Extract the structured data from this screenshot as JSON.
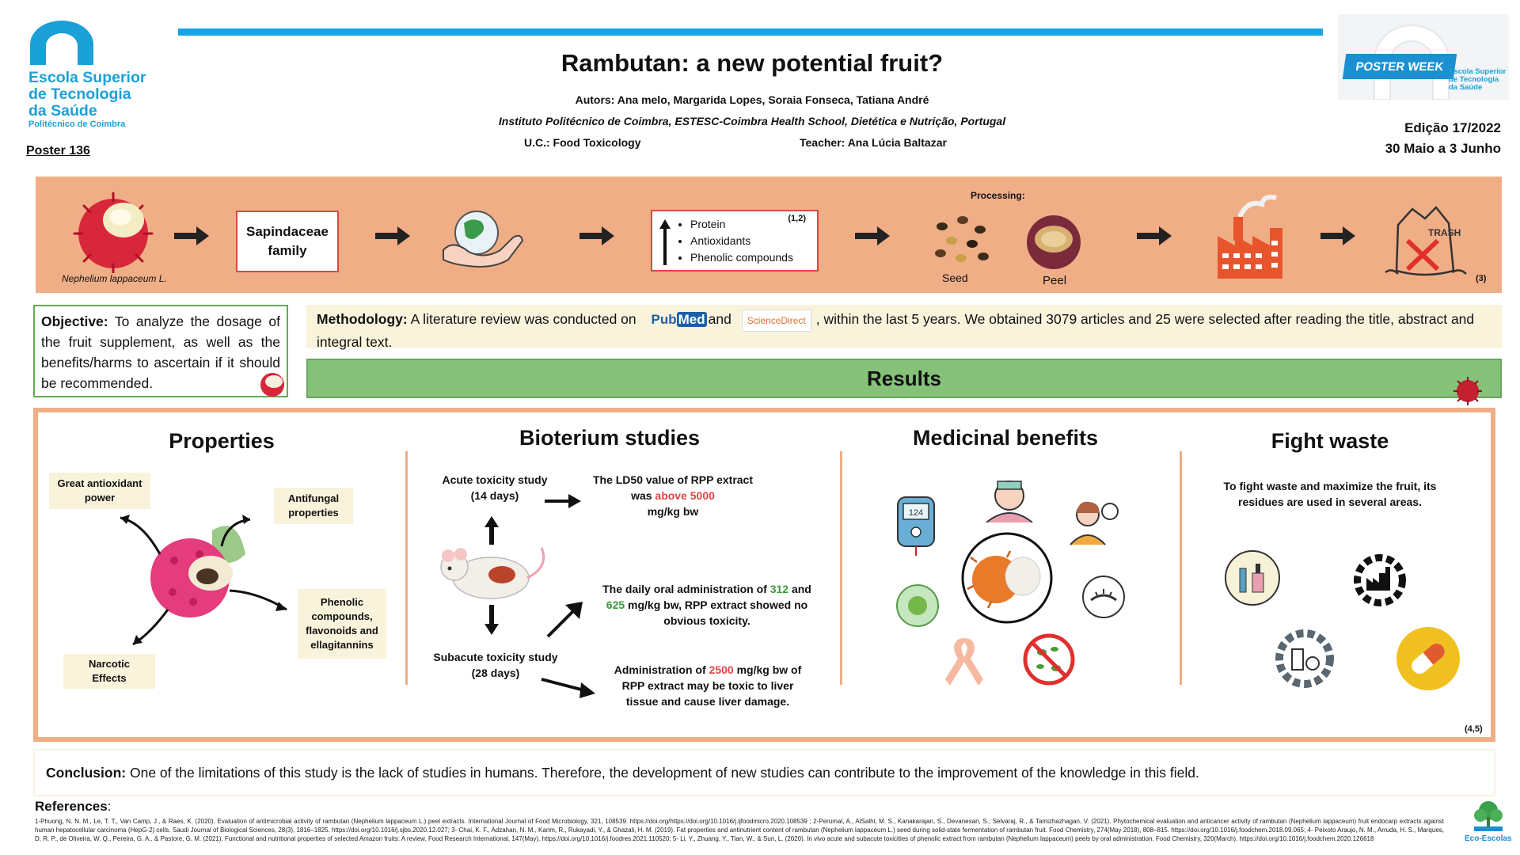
{
  "header": {
    "logo_line1": "Escola Superior",
    "logo_line2": "de Tecnologia",
    "logo_line3": "da Saúde",
    "logo_sub": "Politécnico de Coimbra",
    "poster_number": "Poster 136",
    "title": "Rambutan: a new potential fruit?",
    "authors_label": "Autors:",
    "authors": "Ana melo, Margarida Lopes, Soraia Fonseca, Tatiana André",
    "institution": "Instituto Politécnico de Coimbra, ESTESC-Coimbra Health School, Dietética e Nutrição, Portugal",
    "uc": "U.C.: Food Toxicology",
    "teacher": "Teacher: Ana Lúcia Baltazar",
    "poster_week": "POSTER WEEK",
    "pw_side_1": "Escola Superior",
    "pw_side_2": "de Tecnologia",
    "pw_side_3": "da Saúde",
    "edition": "Edição 17/2022",
    "dates": "30 Maio a 3 Junho"
  },
  "band": {
    "species": "Nephelium lappaceum L.",
    "family_line1": "Sapindaceae",
    "family_line2": "family",
    "compounds": [
      "Protein",
      "Antioxidants",
      "Phenolic compounds"
    ],
    "compounds_ref": "(1,2)",
    "processing_label": "Processing:",
    "seed": "Seed",
    "peel": "Peel",
    "trash_label": "TRASH",
    "ref": "(3)"
  },
  "objective": {
    "label": "Objective:",
    "text": "To analyze the dosage of the fruit supplement, as well as the benefits/harms to ascertain if it should be recommended."
  },
  "methodology": {
    "label": "Methodology:",
    "part1": "A literature review was conducted on",
    "pubmed_a": "Pub",
    "pubmed_b": "Med",
    "and": "and",
    "sciencedirect": "ScienceDirect",
    "part2": ", within the last 5 years. We obtained 3079 articles and 25 were selected after reading the title, abstract and integral text."
  },
  "results_title": "Results",
  "properties": {
    "title": "Properties",
    "antioxidant": "Great antioxidant power",
    "antifungal": "Antifungal properties",
    "phenolic": "Phenolic compounds, flavonoids and ellagitannins",
    "narcotic": "Narcotic Effects"
  },
  "bioterium": {
    "title": "Bioterium studies",
    "acute_line1": "Acute toxicity study",
    "acute_line2": "(14 days)",
    "subacute_line1": "Subacute toxicity study",
    "subacute_line2": "(28 days)",
    "ld50_a": "The LD50 value of RPP extract was",
    "ld50_hl": "above 5000",
    "ld50_b": "mg/kg bw",
    "daily_a": "The daily oral administration of",
    "daily_hl1": "312",
    "daily_and": "and",
    "daily_hl2": "625",
    "daily_b": "mg/kg bw, RPP extract showed no obvious toxicity.",
    "admin_a": "Administration of",
    "admin_hl": "2500",
    "admin_b": "mg/kg bw of RPP extract may be toxic to liver tissue and cause liver damage."
  },
  "medicinal": {
    "title": "Medicinal benefits",
    "glucometer": "124"
  },
  "waste": {
    "title": "Fight waste",
    "text": "To fight waste and maximize the fruit, its residues are used in several areas."
  },
  "ref45": "(4,5)",
  "conclusion": {
    "label": "Conclusion:",
    "text": "One of the limitations of this study is the lack of studies in humans. Therefore, the development of new studies can contribute to the improvement of the knowledge in this field."
  },
  "references": {
    "title": "References",
    "colon": ":",
    "body": "1-Phuong, N. N. M., Le, T. T., Van Camp, J., & Raes, K. (2020). Evaluation of antimicrobial activity of rambutan (Nephelium lappaceum L.) peel extracts. International Journal of Food Microbiology, 321, 108539. https://doi.org/https://doi.org/10.1016/j.ijfoodmicro.2020.108539 ; 2-Perumal, A., AlSalhi, M. S., Kanakarajan, S., Devanesan, S., Selvaraj, R., & Tamizhazhagan, V. (2021). Phytochemical evaluation and anticancer activity of rambutan (Nephelium lappaceum) fruit endocarp extracts against human hepatocellular carcinoma (HepG-2) cells. Saudi Journal of Biological Sciences, 28(3), 1816–1825. https://doi.org/10.1016/j.sjbs.2020.12.027; 3- Chai, K. F., Adzahan, N. M., Karim, R., Rukayadi, Y., & Ghazali, H. M. (2019). Fat properties and antinutrient content of rambutan (Nephelium lappaceum L.) seed during solid-state fermentation of rambutan fruit. Food Chemistry, 274(May 2018), 808–815. https://doi.org/10.1016/j.foodchem.2018.09.065; 4- Peixoto Araujo, N. M., Arruda, H. S., Marques, D. R. P., de Oliveira, W. Q., Pereira, G. A., & Pastore, G. M. (2021). Functional and nutritional properties of selected Amazon fruits: A review. Food Research International, 147(May). https://doi.org/10.1016/j.foodres.2021.110520; 5- Li, Y., Zhuang, Y., Tian, W., & Sun, L. (2020). In vivo acute and subacute toxicities of phenolic extract from rambutan (Nephelium lappaceum) peels by oral administration. Food Chemistry, 320(March). https://doi.org/10.1016/j.foodchem.2020.126618"
  },
  "eco_label": "Eco-Escolas",
  "colors": {
    "accent_blue": "#14a5e6",
    "band_orange": "#f0ae86",
    "results_green": "#86c17a",
    "highlight_red": "#e04545",
    "highlight_green": "#3a9a3a"
  }
}
